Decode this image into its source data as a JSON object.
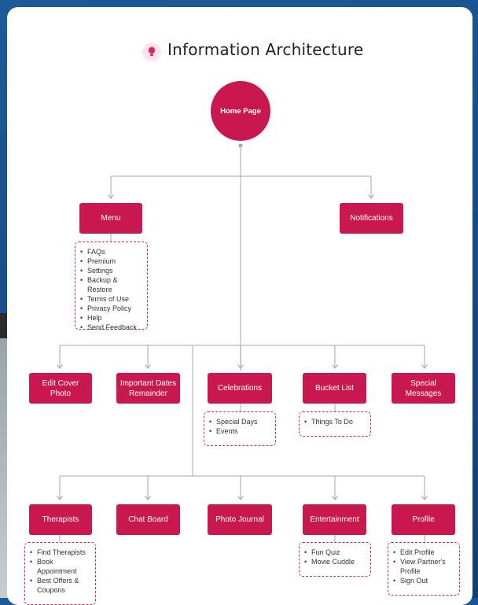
{
  "title": "Information Architecture",
  "home": "Home Page",
  "level1": {
    "menu": "Menu",
    "notifications": "Notifications"
  },
  "menu_items": [
    "FAQs",
    "Premium",
    "Settings",
    "Backup & Restore",
    "Terms of Use",
    "Privacy Policy",
    "Help",
    "Send Feedback"
  ],
  "row1": {
    "edit_cover": "Edit Cover Photo",
    "important_dates": "Important Dates Remainder",
    "celebrations": "Celebrations",
    "bucket_list": "Bucket List",
    "special_messages": "Special Messages"
  },
  "celebrations_items": [
    "Special Days",
    "Events"
  ],
  "bucket_items": [
    "Things To Do"
  ],
  "row2": {
    "therapists": "Therapists",
    "chat_board": "Chat Board",
    "photo_journal": "Photo Journal",
    "entertainment": "Entertainment",
    "profile": "Profile"
  },
  "therapists_items": [
    "Find Therapists",
    "Book Appointment",
    "Best Offers & Coupons"
  ],
  "entertainment_items": [
    "Fun Quiz",
    "Movie Cuddle"
  ],
  "profile_items": [
    "Edit Profile",
    "View Partner's Profile",
    "Sign Out"
  ],
  "colors": {
    "accent": "#c8184f",
    "connector": "#b9b9b9",
    "background": "#1d5a9a"
  },
  "icons": {
    "title": "lightbulb-icon"
  }
}
